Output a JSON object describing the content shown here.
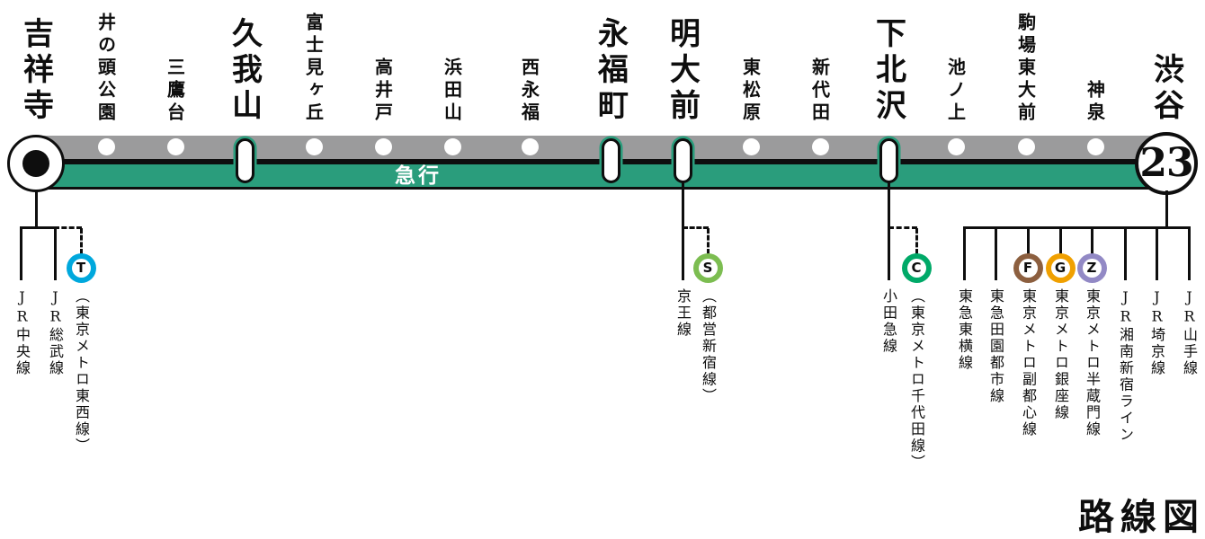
{
  "title": "路線図",
  "line": {
    "express_label": "急行",
    "terminal_badge": "23",
    "colors": {
      "local_band": "#9b9b9c",
      "express_band": "#2a9d7c",
      "text": "#0e0e0e"
    }
  },
  "stations": [
    {
      "name": "吉祥寺",
      "type": "terminal"
    },
    {
      "name": "井の頭公園",
      "type": "local"
    },
    {
      "name": "三鷹台",
      "type": "local"
    },
    {
      "name": "久我山",
      "type": "express"
    },
    {
      "name": "富士見ヶ丘",
      "type": "local"
    },
    {
      "name": "高井戸",
      "type": "local"
    },
    {
      "name": "浜田山",
      "type": "local"
    },
    {
      "name": "西永福",
      "type": "local"
    },
    {
      "name": "永福町",
      "type": "express"
    },
    {
      "name": "明大前",
      "type": "express"
    },
    {
      "name": "東松原",
      "type": "local"
    },
    {
      "name": "新代田",
      "type": "local"
    },
    {
      "name": "下北沢",
      "type": "express"
    },
    {
      "name": "池ノ上",
      "type": "local"
    },
    {
      "name": "駒場東大前",
      "type": "local"
    },
    {
      "name": "神泉",
      "type": "local"
    },
    {
      "name": "渋谷",
      "type": "terminal"
    }
  ],
  "transfers": {
    "kichijoji": [
      {
        "label": "JR中央線"
      },
      {
        "label": "JR総武線"
      },
      {
        "label": "（東京メトロ東西線）",
        "icon": "T",
        "icon_color": "#00a8dd"
      }
    ],
    "meidaimae": [
      {
        "label": "京王線"
      },
      {
        "label": "（都営新宿線）",
        "icon": "S",
        "icon_color": "#7cbd51"
      }
    ],
    "shimokitazawa": [
      {
        "label": "小田急線"
      },
      {
        "label": "（東京メトロ千代田線）",
        "icon": "C",
        "icon_color": "#00a968"
      }
    ],
    "shibuya": [
      {
        "label": "東急東横線"
      },
      {
        "label": "東急田園都市線"
      },
      {
        "label": "東京メトロ副都心線",
        "icon": "F",
        "icon_color": "#8c5f3f"
      },
      {
        "label": "東京メトロ銀座線",
        "icon": "G",
        "icon_color": "#f0a000"
      },
      {
        "label": "東京メトロ半蔵門線",
        "icon": "Z",
        "icon_color": "#9289c5"
      },
      {
        "label": "JR湘南新宿ライン"
      },
      {
        "label": "JR埼京線"
      },
      {
        "label": "JR山手線"
      }
    ]
  }
}
